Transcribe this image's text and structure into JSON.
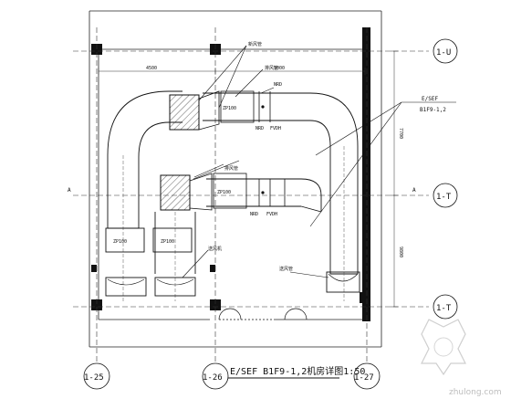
{
  "drawing": {
    "title": "E/SEF B1F9-1,2机房详图1:50",
    "section_tag_top": "E/SEF",
    "section_tag_bottom": "B1F9-1,2",
    "gridline_labels": {
      "right": [
        "1-U",
        "1-T",
        "1-T"
      ],
      "bottom": [
        "1-25",
        "1-26",
        "1-27"
      ]
    },
    "section_marks": [
      "A",
      "A"
    ],
    "equipment_labels": [
      "ZP100",
      "ZP100",
      "ZP100",
      "ZP100"
    ],
    "damper_labels": [
      "NRD",
      "FVDH",
      "NRD",
      "FVDH"
    ],
    "dimensions": {
      "top_left": "4500",
      "top_right": "5000",
      "right_upper": "7700",
      "right_lower": "9800"
    },
    "watermark": "zhulong.com"
  }
}
